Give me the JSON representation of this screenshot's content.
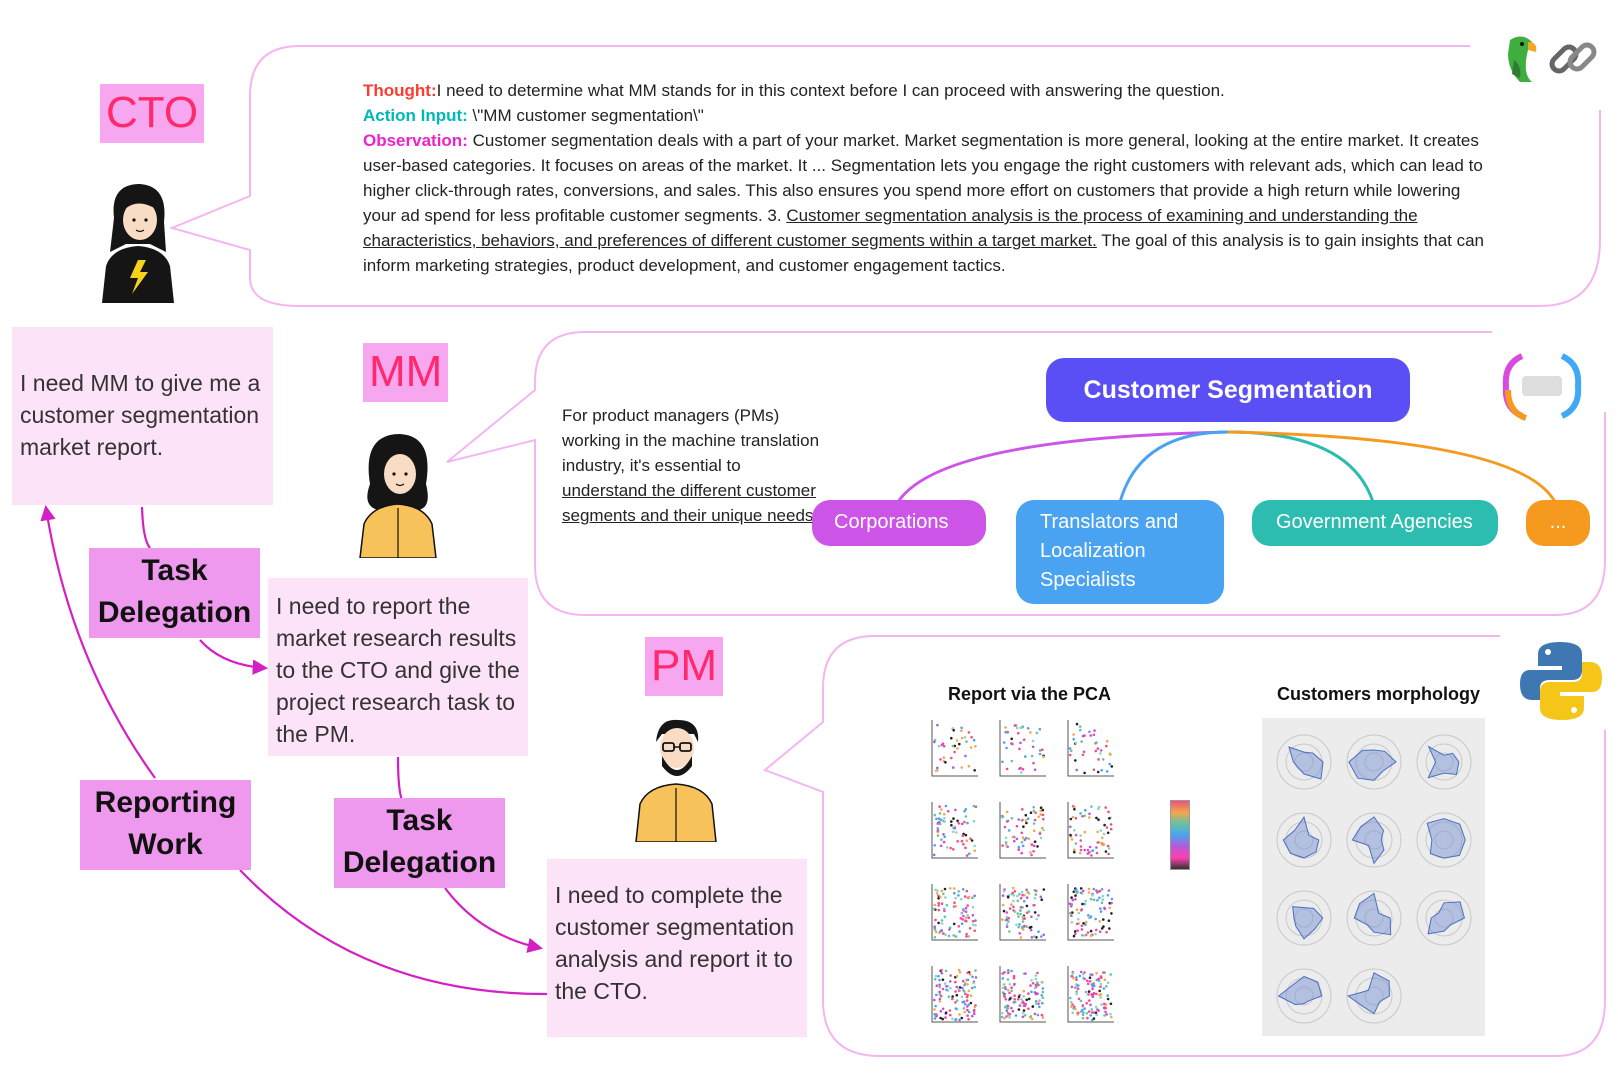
{
  "roles": {
    "cto": "CTO",
    "mm": "MM",
    "pm": "PM"
  },
  "notes": {
    "cto_request": "I need MM to give me a customer segmentation market report.",
    "mm_plan": "I need to report the market research results to the CTO and give the project research task to the PM.",
    "pm_plan": "I need to complete the customer segmentation analysis and report it to the CTO."
  },
  "tags": {
    "delegation_1": "Task Delegation",
    "delegation_2": "Task Delegation",
    "reporting": "Reporting Work"
  },
  "log": {
    "thought_label": "Thought:",
    "thought_text": "I need to determine what MM stands for in this context before I can proceed with answering the question.",
    "action_label": "Action Input:",
    "action_text": " \\\"MM customer segmentation\\\"",
    "observation_label": "Observation:",
    "observation_text": " Customer segmentation deals with a part of your market. Market segmentation is more general, looking at the entire market. It creates user-based categories. It focuses on areas of the market. It ... Segmentation lets you engage the right customers with relevant ads, which can lead to higher click-through rates, conversions, and sales. This also ensures you spend more effort on customers that provide a high return while lowering your ad spend for less profitable customer segments. 3. ",
    "observation_underlined": "Customer segmentation analysis is the process of examining and understanding the characteristics, behaviors, and preferences of different customer segments within a target market.",
    "observation_tail": " The goal of this analysis is to gain insights that can inform marketing strategies, product development, and customer engagement tactics."
  },
  "mindmap": {
    "intro_text": "For product managers (PMs) working in the machine translation industry, it's essential to ",
    "intro_underlined": "understand the different customer segments and their unique needs",
    "intro_end": ".",
    "root": "Customer Segmentation",
    "branches": [
      "Corporations",
      "Translators and Localization Specialists",
      "Government Agencies",
      "..."
    ]
  },
  "report": {
    "pca_title": "Report via the PCA",
    "morphology_title": "Customers morphology"
  },
  "colors": {
    "label_bg": "#f7a6f0",
    "label_text": "#ff2a6d",
    "note_bg": "#fde3f8",
    "tag_bg": "#ee99ee",
    "arrow": "#d41fc4",
    "thought": "#ff3b30",
    "action": "#00b8b8",
    "observation": "#ee22cc",
    "root_node": "#5a4ff5",
    "corporations": "#cc55e8",
    "translators": "#4aa3f0",
    "government": "#2cbcb0",
    "more": "#f59a1f"
  },
  "icons": [
    "parrot-icon",
    "chain-link-icon",
    "mindmap-app-icon",
    "python-icon"
  ]
}
